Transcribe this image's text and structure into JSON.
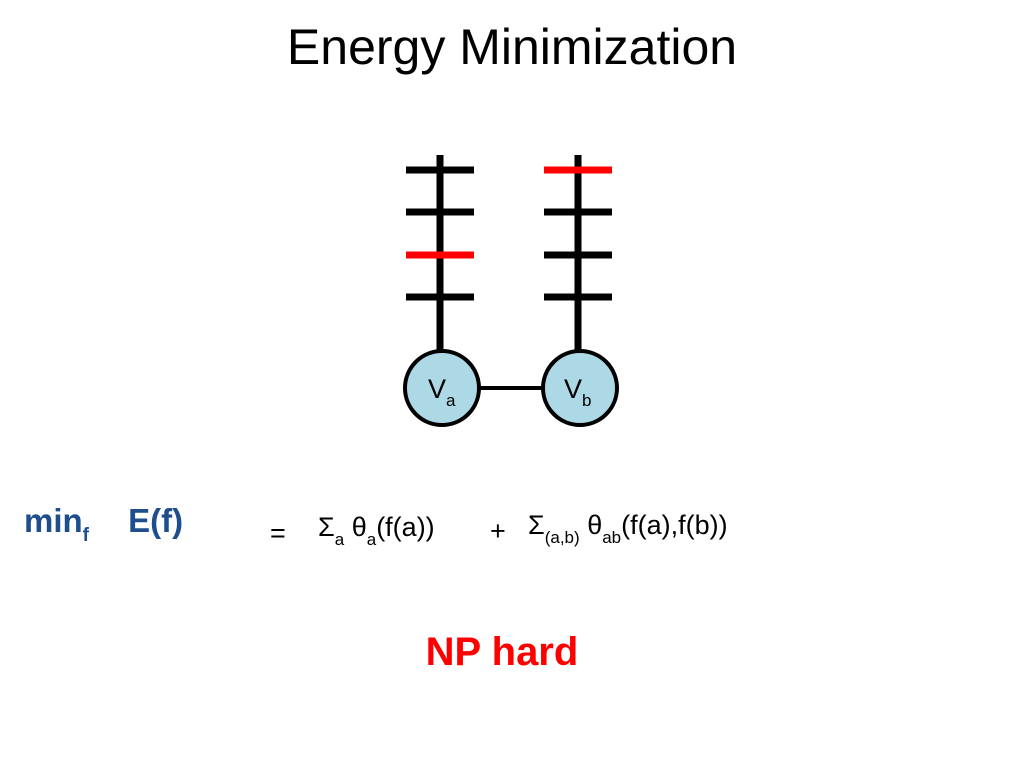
{
  "title": "Energy Minimization",
  "nodes": [
    {
      "id": "a",
      "label": "V",
      "subscript": "a",
      "fill": "#add8e6",
      "selected_label_index": 2
    },
    {
      "id": "b",
      "label": "V",
      "subscript": "b",
      "fill": "#add8e6",
      "selected_label_index": 0
    }
  ],
  "labels_per_node": 4,
  "colors": {
    "label_default": "#000000",
    "label_selected": "#ff0000",
    "lhs": "#1f4e8c",
    "np_hard": "#ff0000"
  },
  "equation": {
    "lhs_min": "min",
    "lhs_min_sub": "f",
    "lhs_energy": "E(f)",
    "equals": "=",
    "unary_sigma": "Σ",
    "unary_sigma_sub": "a",
    "unary_theta": "θ",
    "unary_theta_sub": "a",
    "unary_arg": "(f(a))",
    "plus": "+",
    "pair_sigma": "Σ",
    "pair_sigma_sub": "(a,b)",
    "pair_theta": "θ",
    "pair_theta_sub": "ab",
    "pair_arg": "(f(a),f(b))"
  },
  "footer": "NP hard"
}
